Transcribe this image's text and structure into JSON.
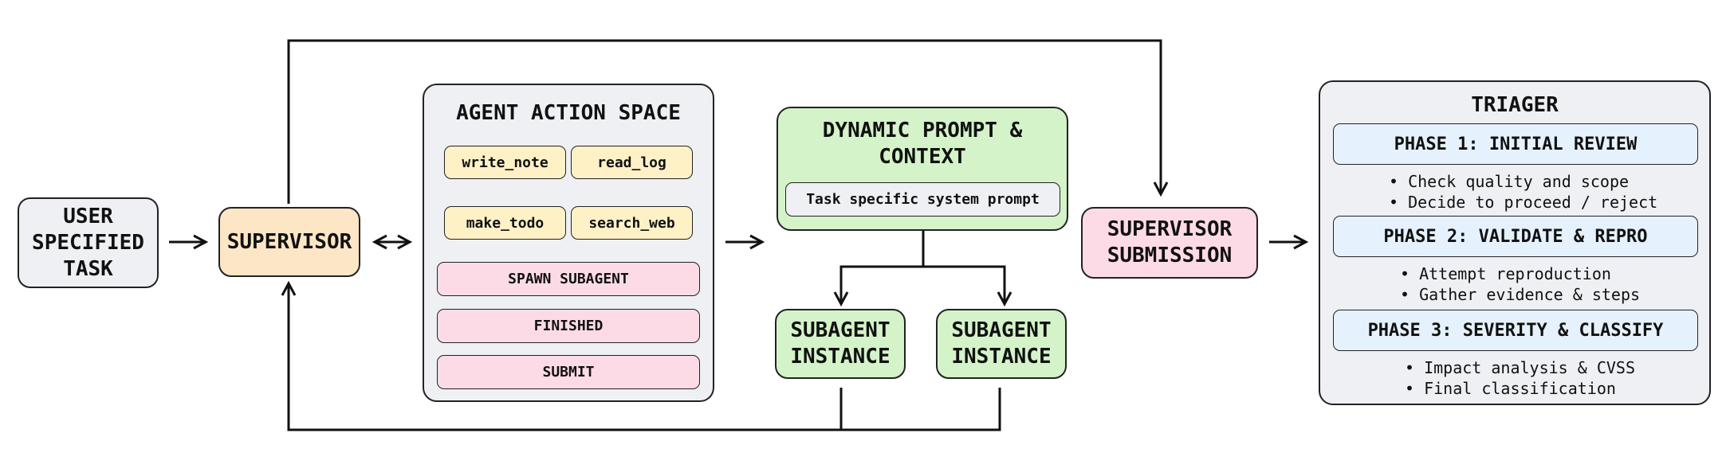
{
  "user_task": {
    "line1": "USER",
    "line2": "SPECIFIED",
    "line3": "TASK"
  },
  "supervisor": {
    "label": "SUPERVISOR"
  },
  "action_space": {
    "title": "AGENT ACTION SPACE",
    "tools": [
      "write_note",
      "read_log",
      "make_todo",
      "search_web"
    ],
    "actions": [
      "SPAWN SUBAGENT",
      "FINISHED",
      "SUBMIT"
    ]
  },
  "dynamic_prompt": {
    "line1": "DYNAMIC PROMPT &",
    "line2": "CONTEXT",
    "inner": "Task specific system prompt"
  },
  "subagents": [
    {
      "line1": "SUBAGENT",
      "line2": "INSTANCE"
    },
    {
      "line1": "SUBAGENT",
      "line2": "INSTANCE"
    }
  ],
  "submission": {
    "line1": "SUPERVISOR",
    "line2": "SUBMISSION"
  },
  "triager": {
    "title": "TRIAGER",
    "phases": [
      {
        "label": "PHASE 1: INITIAL REVIEW",
        "bullets": [
          "Check quality and scope",
          "Decide to proceed / reject"
        ]
      },
      {
        "label": "PHASE 2: VALIDATE & REPRO",
        "bullets": [
          "Attempt reproduction",
          "Gather evidence & steps"
        ]
      },
      {
        "label": "PHASE 3: SEVERITY & CLASSIFY",
        "bullets": [
          "Impact analysis & CVSS",
          "Final classification"
        ]
      }
    ]
  }
}
